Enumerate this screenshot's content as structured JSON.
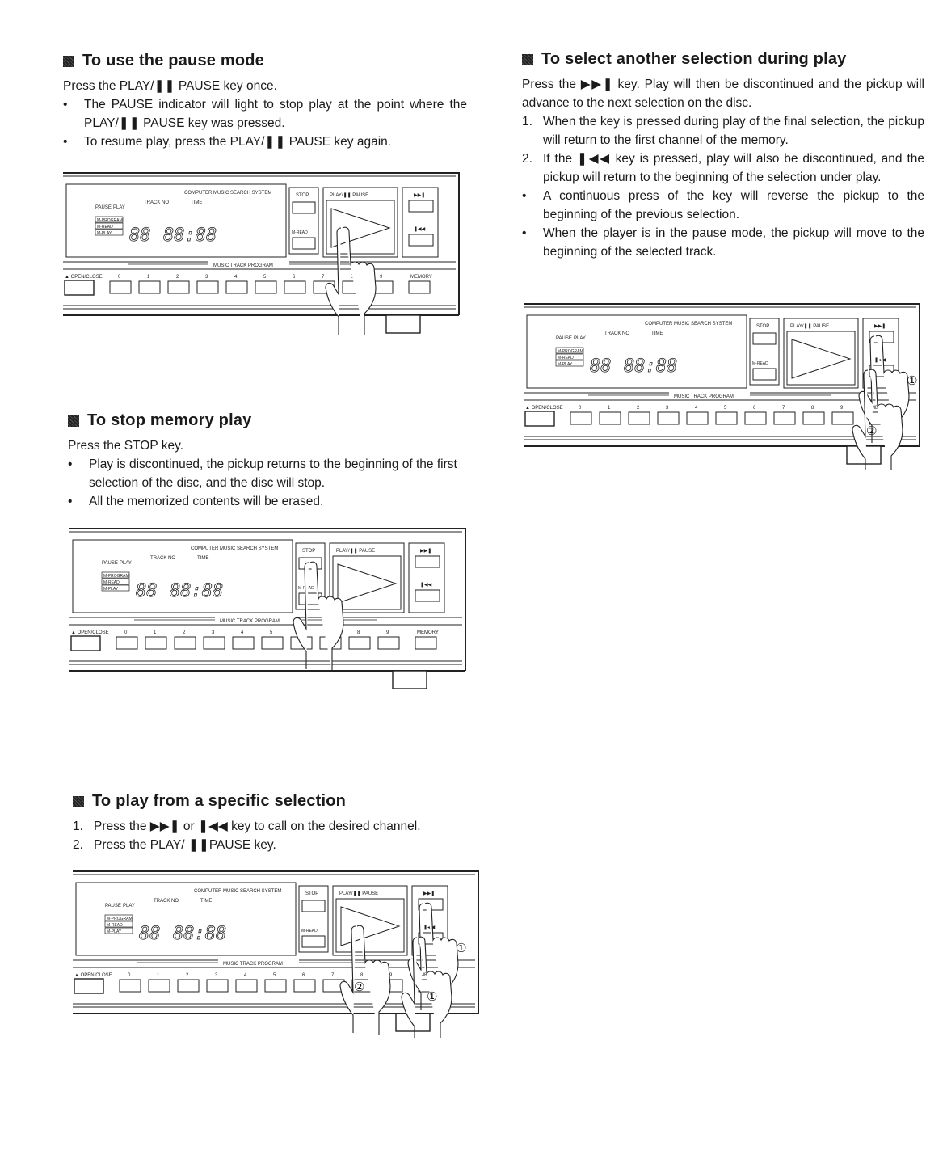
{
  "sections": {
    "pause": {
      "title": "To use the pause mode",
      "lead": "Press the PLAY/❚❚ PAUSE key once.",
      "bullets": [
        "The PAUSE indicator will light to stop play at the point where the PLAY/❚❚ PAUSE key was pressed.",
        "To resume play, press the PLAY/❚❚ PAUSE key again."
      ]
    },
    "stop": {
      "title": "To stop memory play",
      "lead": "Press the STOP key.",
      "bullets": [
        "Play is discontinued, the pickup returns to the beginning of the first selection of the disc, and the disc will stop.",
        "All the memorized contents will be erased."
      ]
    },
    "specific": {
      "title": "To play from a specific selection",
      "steps": [
        {
          "num": "1.",
          "text": "Press the ▶▶❚ or ❚◀◀ key to call on the desired channel."
        },
        {
          "num": "2.",
          "text": "Press the PLAY/ ❚❚PAUSE key."
        }
      ]
    },
    "select": {
      "title": "To select another selection during play",
      "lead": "Press the ▶▶❚ key. Play will then be discontinued and the pickup will advance to the next selection on the disc.",
      "steps": [
        {
          "num": "1.",
          "text": "When the key is pressed during play of the final selection, the pickup will return to the first channel of the memory."
        },
        {
          "num": "2.",
          "text": "If the ❚◀◀ key is pressed, play will also be discontinued, and the pickup will return to the beginning of the selection under play."
        }
      ],
      "bullets": [
        "A continuous press of the key will reverse the pickup to the beginning of the previous selection.",
        "When the player is in the pause mode, the pickup will move to the beginning of the selected track."
      ]
    }
  },
  "panel": {
    "system_label": "COMPUTER MUSIC SEARCH SYSTEM",
    "stop_label": "STOP",
    "play_label": "PLAY/❚❚ PAUSE",
    "next_label": "▶▶❚",
    "prev_label": "❚◀◀",
    "mread_label": "M-READ",
    "open_label": "▲ OPEN/CLOSE",
    "memory_label": "MEMORY",
    "program_label": "MUSIC TRACK PROGRAM",
    "pause_ind": "PAUSE",
    "play_ind": "PLAY",
    "track_label": "TRACK NO",
    "time_label": "TIME",
    "track_digits": "88",
    "time_digits": "88:88",
    "mode_labels": [
      "M-PROGRAM",
      "M-READ",
      "M-PLAY"
    ],
    "number_keys": [
      "0",
      "1",
      "2",
      "3",
      "4",
      "5",
      "6",
      "7",
      "8",
      "9"
    ],
    "marker_1": "①",
    "marker_2": "②"
  },
  "icons": {
    "heading_bullet": "square-bullet-icon",
    "hand": "pointing-hand-icon"
  }
}
